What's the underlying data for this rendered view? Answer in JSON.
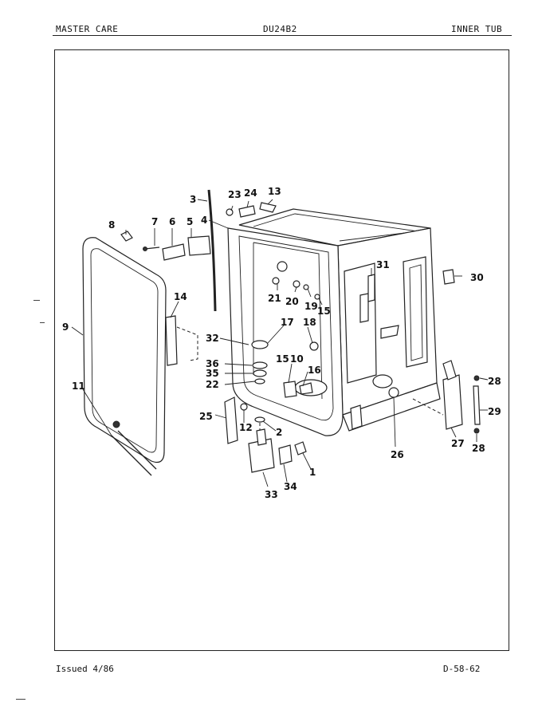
{
  "header": {
    "left": "MASTER CARE",
    "center": "DU24B2",
    "right": "INNER TUB"
  },
  "footer": {
    "issued": "Issued 4/86",
    "page_code": "D-58-62"
  },
  "callouts": [
    "1",
    "2",
    "3",
    "4",
    "5",
    "6",
    "7",
    "8",
    "9",
    "10",
    "11",
    "12",
    "13",
    "14",
    "15",
    "15",
    "16",
    "17",
    "18",
    "19",
    "20",
    "21",
    "22",
    "23",
    "24",
    "25",
    "26",
    "27",
    "28",
    "28",
    "29",
    "30",
    "31",
    "32",
    "33",
    "34",
    "35",
    "36"
  ]
}
